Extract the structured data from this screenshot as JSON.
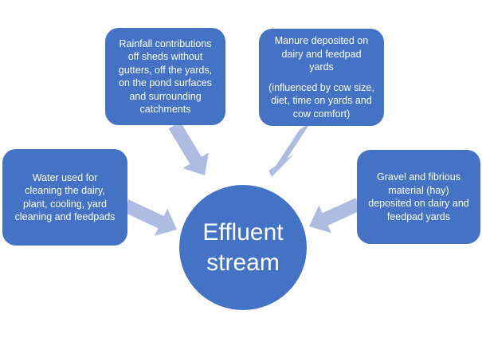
{
  "diagram": {
    "center": {
      "label": "Effluent stream"
    },
    "nodes": [
      {
        "id": "rainfall",
        "lines": [
          "Rainfall contributions",
          "off sheds without",
          "gutters, off the yards,",
          "on the pond surfaces",
          "and surrounding",
          "catchments"
        ]
      },
      {
        "id": "manure",
        "paragraphs": [
          {
            "lines": [
              "Manure deposited on",
              "dairy and feedpad",
              "yards"
            ]
          },
          {
            "lines": [
              "(influenced by cow size,",
              "diet, time on yards and",
              "cow comfort)"
            ]
          }
        ]
      },
      {
        "id": "water",
        "lines": [
          "Water used for",
          "cleaning the dairy,",
          "plant, cooling, yard",
          "cleaning and feedpads"
        ]
      },
      {
        "id": "gravel",
        "lines": [
          "Gravel and fibrious",
          "material (hay)",
          "deposited on dairy and",
          "feedpad yards"
        ]
      }
    ]
  },
  "colors": {
    "background": "#ffffff",
    "node_fill": "#4472c4",
    "node_text": "#ffffff",
    "arrow_fill": "#aebce2"
  }
}
